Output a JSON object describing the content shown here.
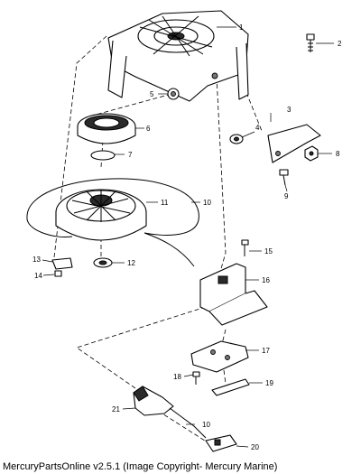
{
  "footer": {
    "text": "MercuryPartsOnline v2.5.1 (Image Copyright- Mercury Marine)"
  },
  "callouts": {
    "c1": "1",
    "c2": "2",
    "c3": "3",
    "c4": "4",
    "c5": "5",
    "c6": "6",
    "c7": "7",
    "c8": "8",
    "c9": "9",
    "c10a": "10",
    "c10b": "10",
    "c11": "11",
    "c12": "12",
    "c13": "13",
    "c14": "14",
    "c15": "15",
    "c16": "16",
    "c17": "17",
    "c18": "18",
    "c19": "19",
    "c20": "20",
    "c21": "21"
  }
}
